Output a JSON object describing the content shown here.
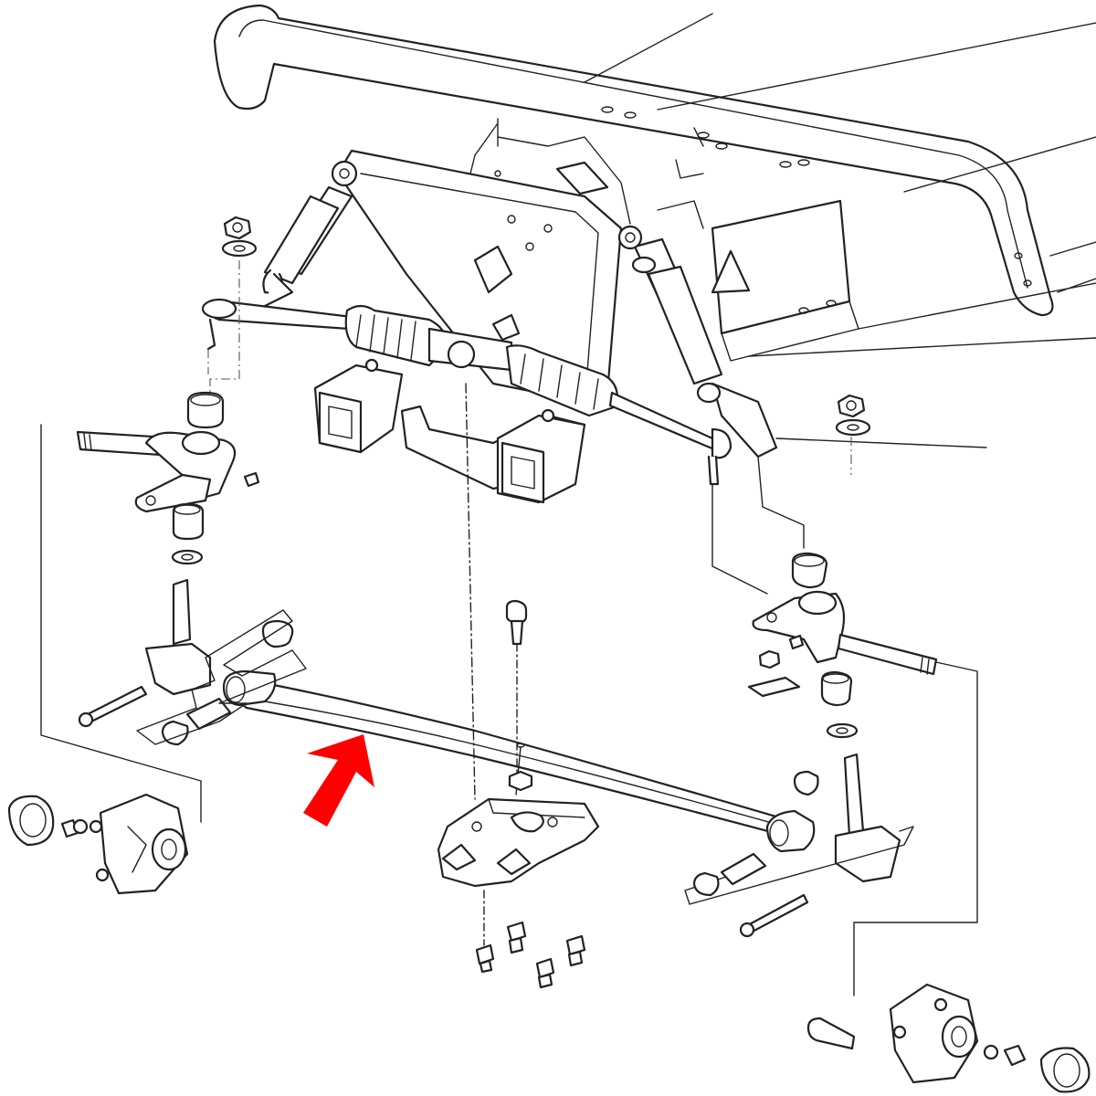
{
  "diagram": {
    "colors": {
      "line": "#222222",
      "background": "#ffffff",
      "highlight_arrow": "#ff0000"
    },
    "components": [
      "chassis-frame",
      "steering-rack",
      "left-shock-absorber",
      "right-shock-absorber",
      "left-spindle",
      "right-spindle",
      "front-leaf-spring",
      "spring-mount-plate",
      "left-wheel-hub",
      "right-wheel-hub"
    ],
    "highlight": {
      "icon": "red-arrow-icon",
      "points_to": "front-leaf-spring"
    }
  }
}
